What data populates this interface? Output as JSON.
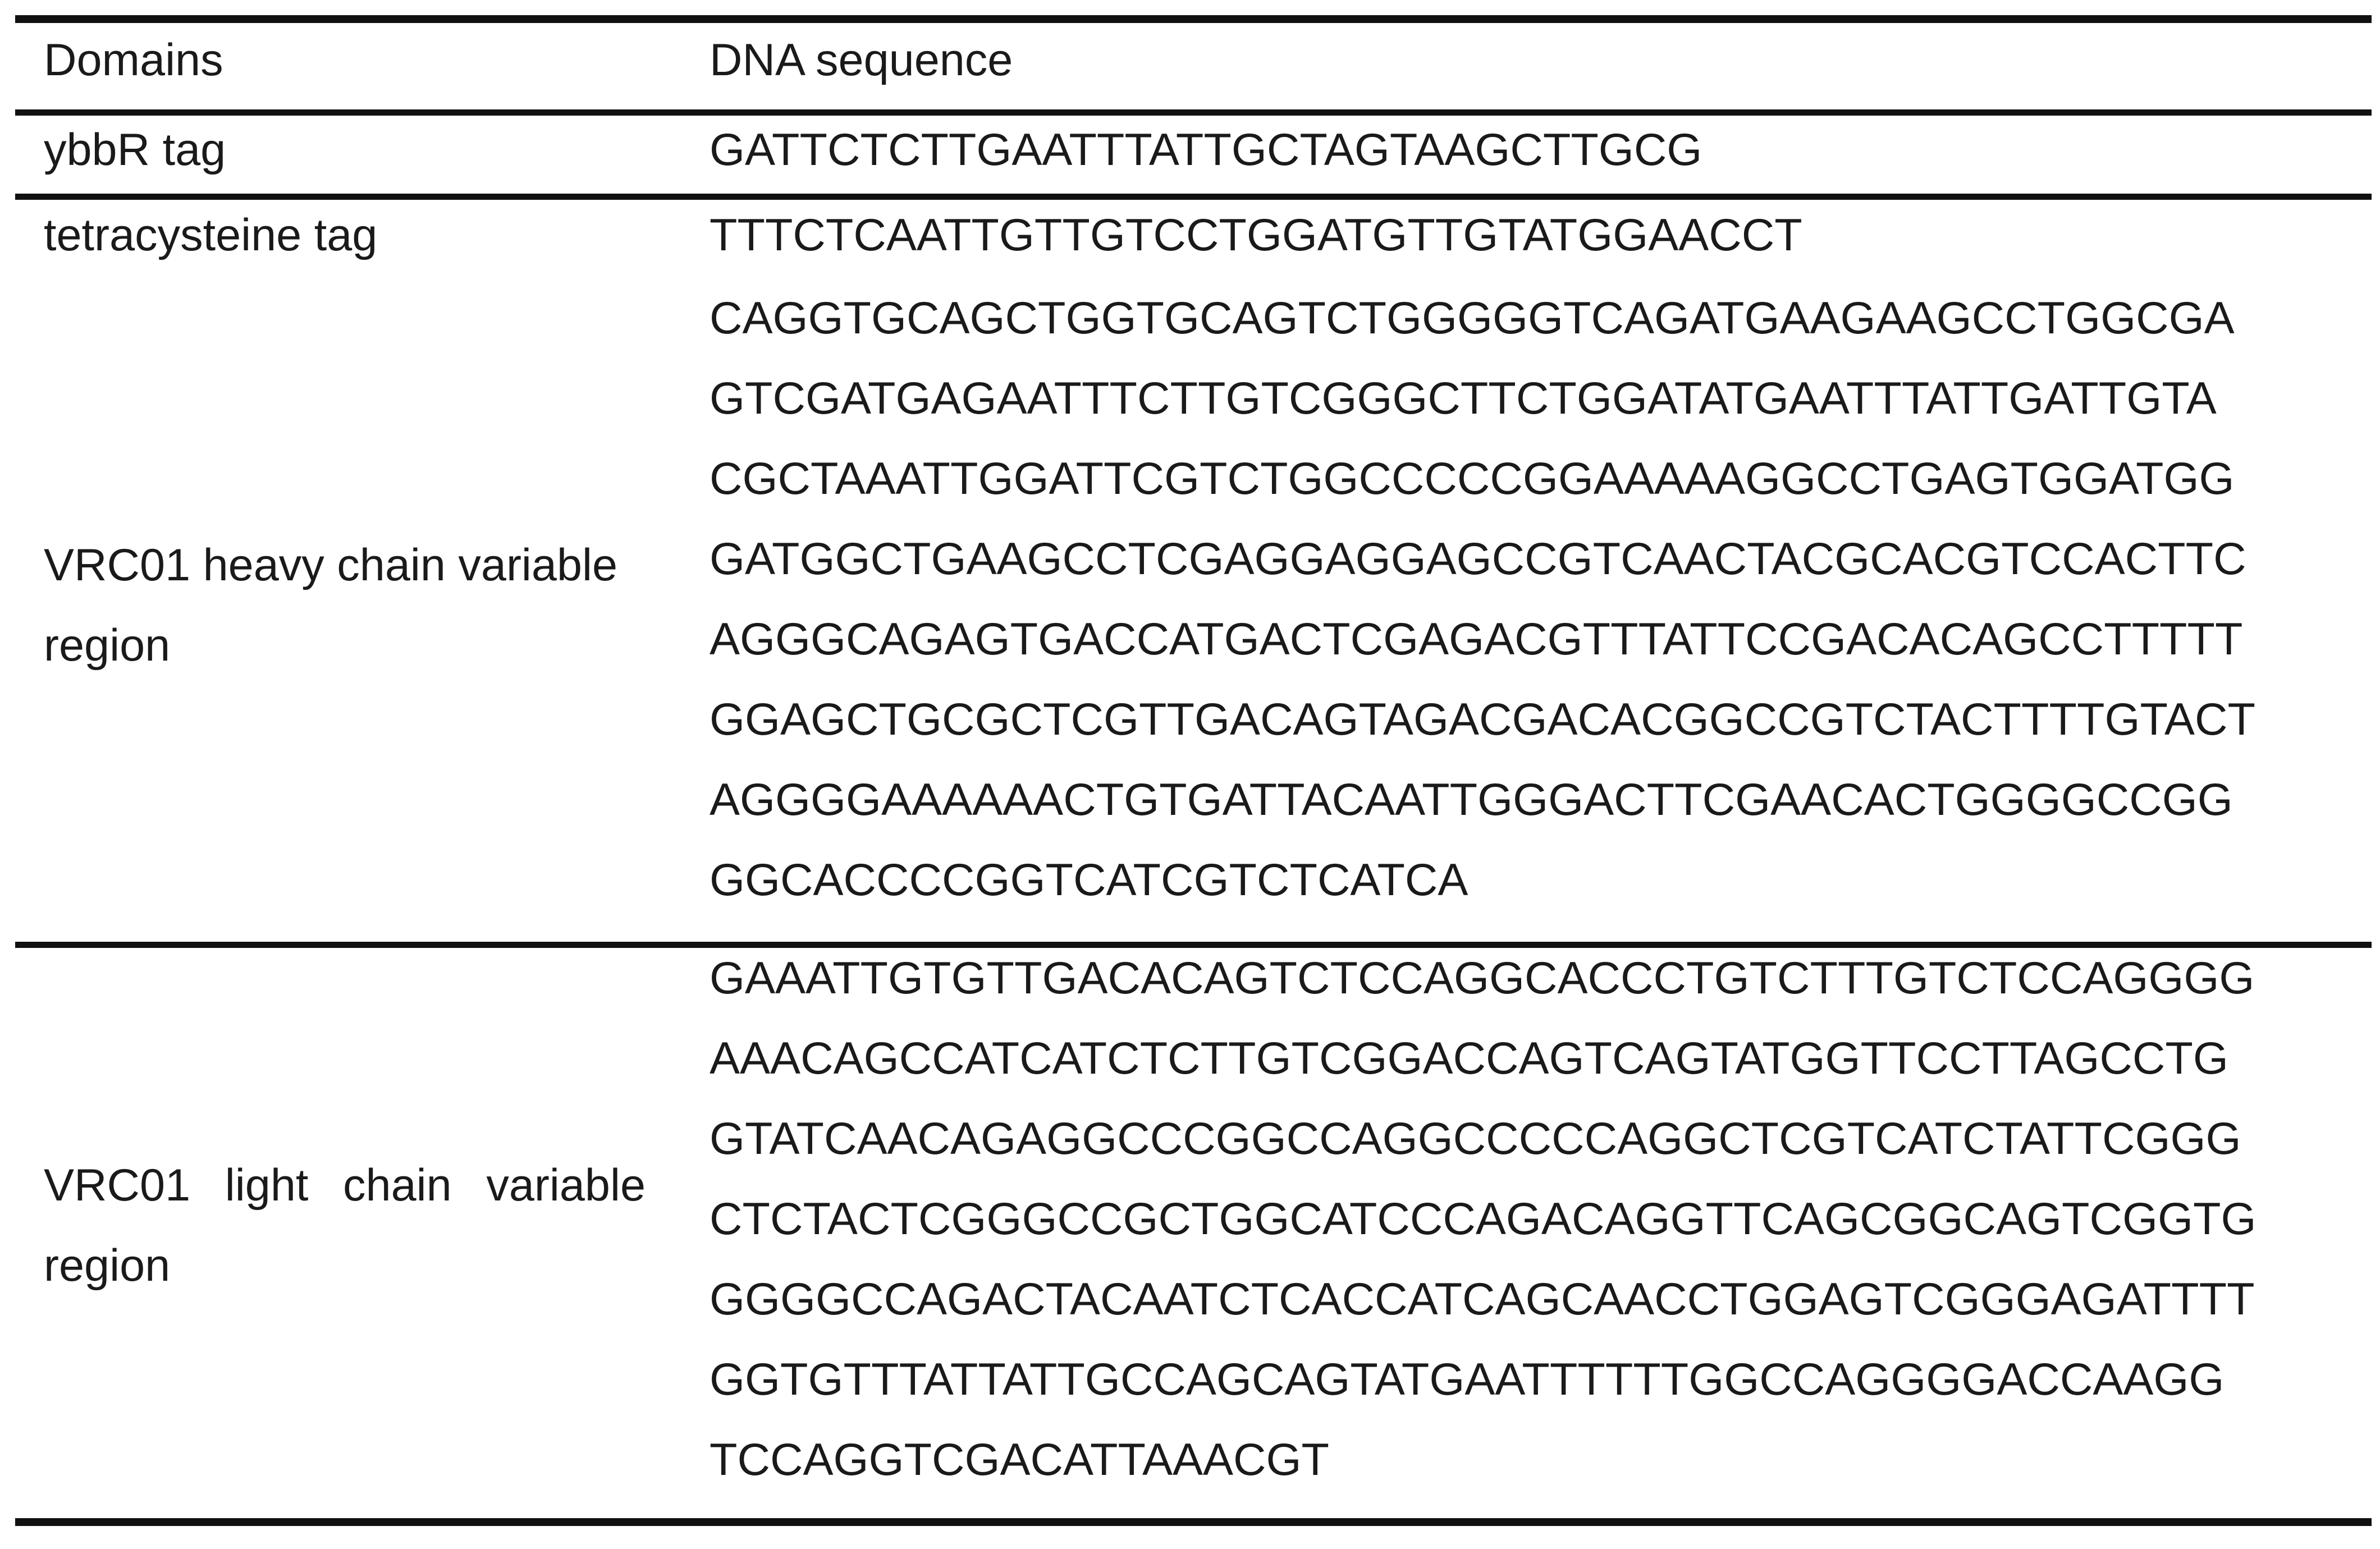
{
  "table": {
    "headers": {
      "domains": "Domains",
      "dna_sequence": "DNA sequence"
    },
    "rows": [
      {
        "domain": "ybbR tag",
        "sequence": [
          "GATTCTCTTGAATTTATTGCTAGTAAGCTTGCG"
        ]
      },
      {
        "domain": "tetracysteine tag",
        "sequence": [
          "TTTCTCAATTGTTGTCCTGGATGTTGTATGGAACCT"
        ]
      },
      {
        "domain_lines": [
          "VRC01 heavy chain variable",
          "region"
        ],
        "sequence": [
          "CAGGTGCAGCTGGTGCAGTCTGGGGGTCAGATGAAGAAGCCTGGCGA",
          "GTCGATGAGAATTTCTTGTCGGGCTTCTGGATATGAATTTATTGATTGTA",
          "CGCTAAATTGGATTCGTCTGGCCCCCGGAAAAAGGCCTGAGTGGATGG",
          "GATGGCTGAAGCCTCGAGGAGGAGCCGTCAACTACGCACGTCCACTTC",
          "AGGGCAGAGTGACCATGACTCGAGACGTTTATTCCGACACAGCCTTTTT",
          "GGAGCTGCGCTCGTTGACAGTAGACGACACGGCCGTCTACTTTTGTACT",
          "AGGGGAAAAAACTGTGATTACAATTGGGACTTCGAACACTGGGGCCGG",
          "GGCACCCCGGTCATCGTCTCATCA"
        ]
      },
      {
        "domain_lines": [
          "VRC01 light chain variable",
          "region"
        ],
        "sequence": [
          "GAAATTGTGTTGACACAGTCTCCAGGCACCCTGTCTTTGTCTCCAGGGG",
          "AAACAGCCATCATCTCTTGTCGGACCAGTCAGTATGGTTCCTTAGCCTG",
          "GTATCAACAGAGGCCCGGCCAGGCCCCCAGGCTCGTCATCTATTCGGG",
          "CTCTACTCGGGCCGCTGGCATCCCAGACAGGTTCAGCGGCAGTCGGTG",
          "GGGGCCAGACTACAATCTCACCATCAGCAACCTGGAGTCGGGAGATTTT",
          "GGTGTTTATTATTGCCAGCAGTATGAATTTTTTGGCCAGGGGACCAAGG",
          "TCCAGGTCGACATTAAACGT"
        ]
      }
    ]
  }
}
